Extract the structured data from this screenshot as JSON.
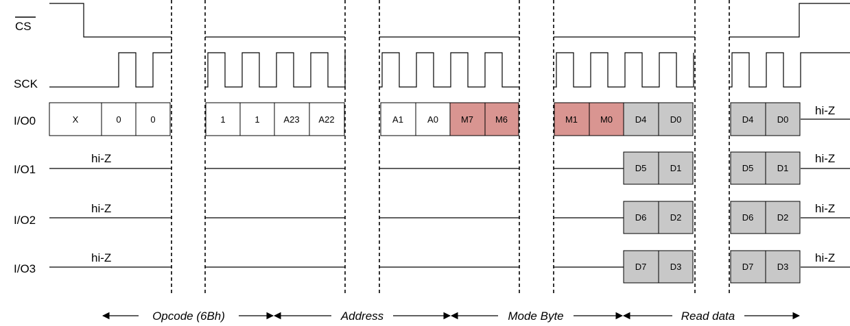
{
  "signals": {
    "cs": "CS",
    "sck": "SCK",
    "io0": "I/O0",
    "io1": "I/O1",
    "io2": "I/O2",
    "io3": "I/O3"
  },
  "hiz_label": "hi-Z",
  "io0_cells": {
    "opcode": [
      "X",
      "0",
      "0",
      "1",
      "1"
    ],
    "address": [
      "A23",
      "A22",
      "A1",
      "A0"
    ],
    "mode": [
      "M7",
      "M6",
      "M1",
      "M0"
    ],
    "data_a": [
      "D4",
      "D0"
    ],
    "data_b": [
      "D4",
      "D0"
    ]
  },
  "io1_cells": {
    "data_a": [
      "D5",
      "D1"
    ],
    "data_b": [
      "D5",
      "D1"
    ]
  },
  "io2_cells": {
    "data_a": [
      "D6",
      "D2"
    ],
    "data_b": [
      "D6",
      "D2"
    ]
  },
  "io3_cells": {
    "data_a": [
      "D7",
      "D3"
    ],
    "data_b": [
      "D7",
      "D3"
    ]
  },
  "phases": {
    "opcode": "Opcode (6Bh)",
    "address": "Address",
    "mode": "Mode Byte",
    "read": "Read data"
  },
  "colors": {
    "mode_fill": "#d99591",
    "data_fill": "#c8c8c8",
    "plain_fill": "#ffffff"
  }
}
